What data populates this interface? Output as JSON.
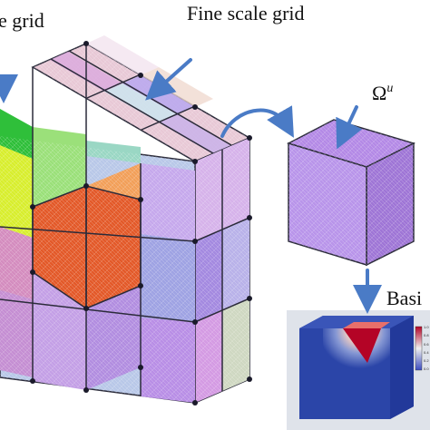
{
  "labels": {
    "coarse_grid": "e grid",
    "fine_grid": "Fine scale grid",
    "omega": "Ω",
    "omega_sup": "u",
    "basis": "Basi"
  },
  "colbar_ticks": [
    "1.0",
    "0.8",
    "0.6",
    "0.4",
    "0.2",
    "0.0"
  ],
  "colors": {
    "arrow": "#4a7bc6",
    "edge": "#2b2b3a",
    "purple": "#b48ae6",
    "blue_bg": "#2b45a8"
  },
  "grid": {
    "rows": 3,
    "cols": 3,
    "depth": 3
  }
}
